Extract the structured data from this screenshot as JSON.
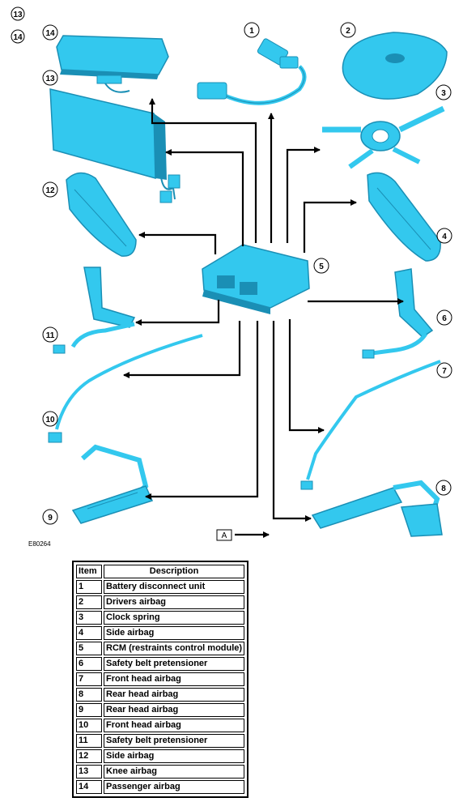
{
  "corner_refs": [
    "13",
    "14"
  ],
  "figure_ref": "E80264",
  "view_label": "A",
  "callouts": [
    "1",
    "2",
    "3",
    "4",
    "5",
    "6",
    "7",
    "8",
    "9",
    "10",
    "11",
    "12",
    "13",
    "14"
  ],
  "legend": {
    "headers": {
      "item": "Item",
      "description": "Description"
    },
    "rows": [
      {
        "item": "1",
        "description": "Battery disconnect unit"
      },
      {
        "item": "2",
        "description": "Drivers airbag"
      },
      {
        "item": "3",
        "description": "Clock spring"
      },
      {
        "item": "4",
        "description": "Side airbag"
      },
      {
        "item": "5",
        "description": "RCM (restraints control module)"
      },
      {
        "item": "6",
        "description": "Safety belt pretensioner"
      },
      {
        "item": "7",
        "description": "Front head airbag"
      },
      {
        "item": "8",
        "description": "Rear head airbag"
      },
      {
        "item": "9",
        "description": "Rear head airbag"
      },
      {
        "item": "10",
        "description": "Front head airbag"
      },
      {
        "item": "11",
        "description": "Safety belt pretensioner"
      },
      {
        "item": "12",
        "description": "Side airbag"
      },
      {
        "item": "13",
        "description": "Knee airbag"
      },
      {
        "item": "14",
        "description": "Passenger airbag"
      }
    ]
  },
  "colors": {
    "component_fill": "#33c8ee",
    "component_dark": "#1a8fb5",
    "line": "#000000"
  }
}
